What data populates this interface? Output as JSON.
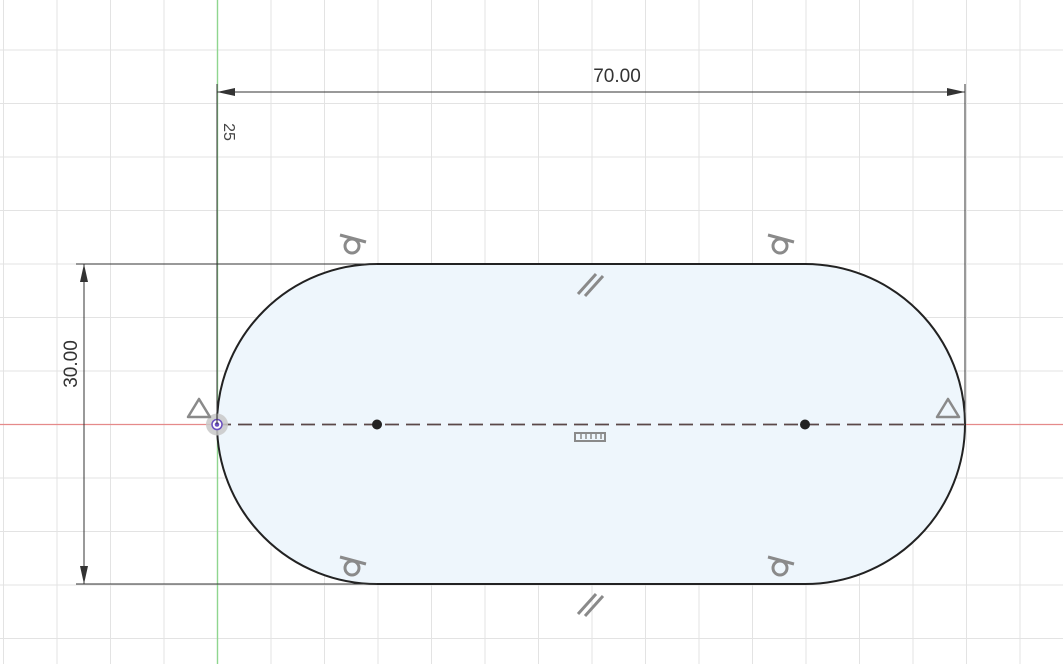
{
  "sketch": {
    "dimensions": {
      "width_value": "70.00",
      "height_value": "30.00",
      "offset_value": "25"
    },
    "constraints": {
      "tangent": [
        "tangent",
        "tangent",
        "tangent",
        "tangent"
      ],
      "parallel": [
        "parallel",
        "parallel"
      ],
      "coincident": [
        "coincident",
        "coincident"
      ],
      "horizontal": "horizontal"
    },
    "colors": {
      "grid": "#e3e3e3",
      "x_axis": "#e58a8a",
      "y_axis": "#8fd68f",
      "profile_fill": "#eef6fc",
      "profile_stroke": "#222222",
      "constraint_glyph": "#8a8a8a",
      "origin_point": "#6a4fbf"
    },
    "icons": {
      "tangent": "tangent-constraint-icon",
      "parallel": "parallel-constraint-icon",
      "coincident": "coincident-constraint-icon",
      "horizontal": "horizontal-constraint-icon",
      "origin": "origin-point-icon",
      "arc_center": "arc-center-point-icon"
    }
  }
}
